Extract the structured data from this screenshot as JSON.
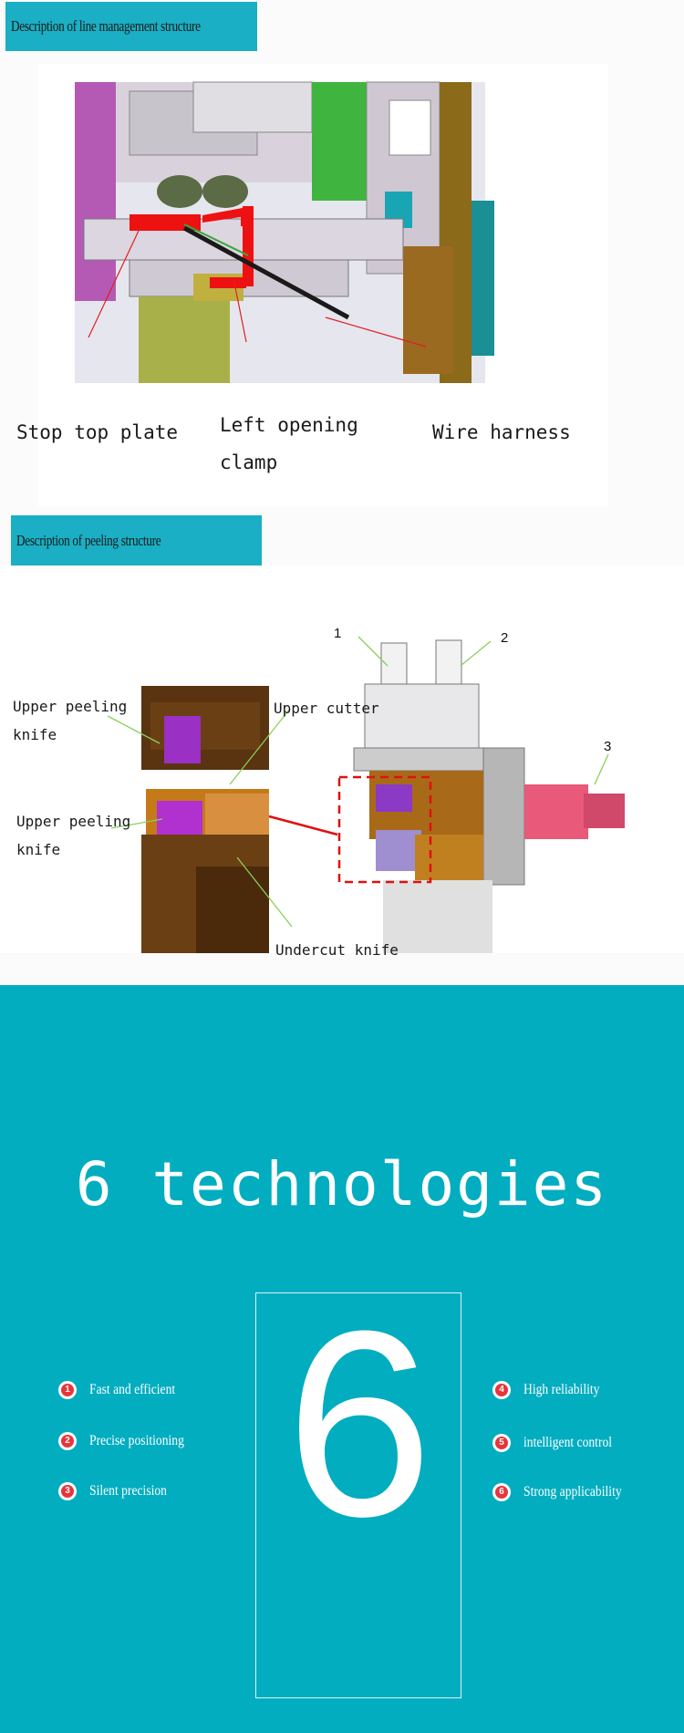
{
  "section1": {
    "banner": "Description of line management structure",
    "labels": {
      "stop_top_plate": "Stop top plate",
      "left_opening_clamp_line1": "Left opening",
      "left_opening_clamp_line2": "clamp",
      "wire_harness": "Wire harness"
    }
  },
  "section2": {
    "banner": "Description of peeling structure",
    "labels": {
      "upper_peeling_knife_a_line1": "Upper peeling",
      "upper_peeling_knife_a_line2": "knife",
      "upper_cutter": "Upper cutter",
      "upper_peeling_knife_b_line1": "Upper peeling",
      "upper_peeling_knife_b_line2": "knife",
      "undercut_knife": "Undercut knife"
    },
    "numbers": [
      "1",
      "2",
      "3"
    ]
  },
  "technologies": {
    "title": "6 technologies",
    "big_number": "6",
    "features": [
      {
        "num": "1",
        "text": "Fast and efficient"
      },
      {
        "num": "2",
        "text": "Precise positioning"
      },
      {
        "num": "3",
        "text": "Silent precision"
      },
      {
        "num": "4",
        "text": "High reliability"
      },
      {
        "num": "5",
        "text": "intelligent control"
      },
      {
        "num": "6",
        "text": "Strong applicability"
      }
    ],
    "colors": {
      "background": "#02adc0",
      "badge": "#e8343c"
    }
  }
}
